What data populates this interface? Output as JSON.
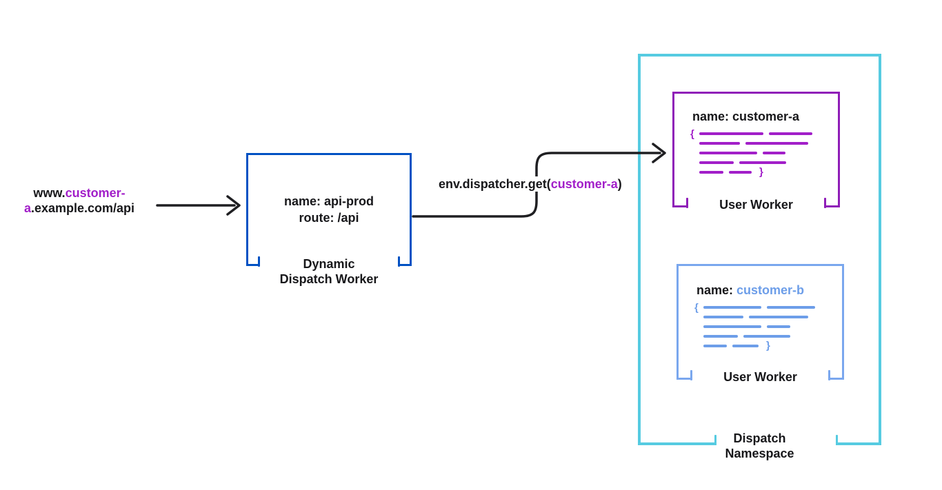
{
  "colors": {
    "blue": "#0051c3",
    "cyan": "#56cbe1",
    "purple": "#8f1db8",
    "purple_text": "#a21fc9",
    "light_blue": "#7aa7ee",
    "light_blue_text": "#6d9ee9",
    "text": "#17171a",
    "arrow": "#1f1f22",
    "background": "#ffffff"
  },
  "request": {
    "line1": {
      "prefix": "www.",
      "highlight": "customer-"
    },
    "line2": {
      "highlight": "a",
      "suffix": ".example.com/api"
    }
  },
  "dispatch_worker": {
    "name_line": "name: api-prod",
    "route_line": "route: /api",
    "label_line1": "Dynamic",
    "label_line2": "Dispatch Worker"
  },
  "dispatcher_call": {
    "prefix": "env.dispatcher.get(",
    "highlight": "customer-a",
    "suffix": ")"
  },
  "namespace": {
    "label_line1": "Dispatch",
    "label_line2": "Namespace"
  },
  "worker_a": {
    "name_prefix": "name: ",
    "name_value": "customer-a",
    "label": "User Worker",
    "brace_open": "{",
    "brace_close": "}"
  },
  "worker_b": {
    "name_prefix": "name: ",
    "name_value": "customer-b",
    "label": "User Worker",
    "brace_open": "{",
    "brace_close": "}"
  }
}
